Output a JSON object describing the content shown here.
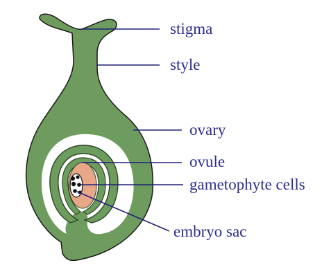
{
  "diagram": {
    "labels": {
      "stigma": "stigma",
      "style": "style",
      "ovary": "ovary",
      "ovule": "ovule",
      "gametophyte_cells": "gametophyte cells",
      "embryo_sac": "embryo sac"
    },
    "colors": {
      "pistil_fill": "#6e9b5e",
      "pistil_outline": "#1a1a1a",
      "cavity_fill": "#ffffff",
      "integument_stroke": "#2b4a25",
      "nucellus_fill": "#e8a887",
      "embryo_sac_fill": "#ffffff",
      "cell_fill": "#111111",
      "label_color": "#2b2f8f",
      "leader_color": "#20207a"
    }
  }
}
